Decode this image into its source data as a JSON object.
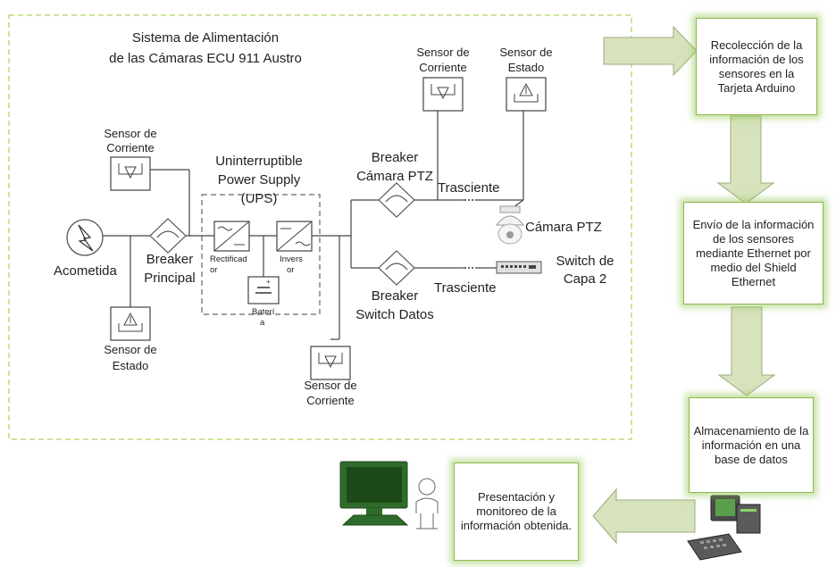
{
  "system": {
    "title_line1": "Sistema de Alimentación",
    "title_line2": "de las Cámaras ECU 911 Austro"
  },
  "labels": {
    "sensor_corriente_left_1": "Sensor de",
    "sensor_corriente_left_2": "Corriente",
    "ups_1": "Uninterruptible",
    "ups_2": "Power Supply",
    "ups_3": "(UPS)",
    "acometida": "Acometida",
    "breaker_principal_1": "Breaker",
    "breaker_principal_2": "Principal",
    "rectificador_1": "Rectificad",
    "rectificador_2": "or",
    "inversor_1": "Invers",
    "inversor_2": "or",
    "bateria_1": "Baterí",
    "bateria_2": "a",
    "sensor_estado_left_1": "Sensor de",
    "sensor_estado_left_2": "Estado",
    "sensor_corriente_bottom_1": "Sensor de",
    "sensor_corriente_bottom_2": "Corriente",
    "sensor_corriente_top_1": "Sensor de",
    "sensor_corriente_top_2": "Corriente",
    "sensor_estado_top_1": "Sensor de",
    "sensor_estado_top_2": "Estado",
    "breaker_ptz_1": "Breaker",
    "breaker_ptz_2": "Cámara PTZ",
    "trasciente_top": "Trasciente",
    "camara_ptz": "Cámara PTZ",
    "switch_capa_1": "Switch de",
    "switch_capa_2": "Capa 2",
    "breaker_switch_1": "Breaker",
    "breaker_switch_2": "Switch Datos",
    "trasciente_bottom": "Trasciente"
  },
  "flow": {
    "step1": "Recolección de la información de los sensores en la Tarjeta Arduino",
    "step2": "Envío de la información de los sensores mediante Ethernet por medio del Shield Ethernet",
    "step3": "Almacenamiento de la información en una base de datos",
    "step4": "Presentación y monitoreo de la información obtenida."
  },
  "colors": {
    "dashed_border": "#9acd32",
    "arrow_fill": "#d7e3bc",
    "box_glow": "#96c85a"
  },
  "icons": [
    "lightning-icon",
    "breaker-icon",
    "rectifier-icon",
    "inverter-icon",
    "battery-icon",
    "current-sensor-icon",
    "state-sensor-icon",
    "ptz-camera-icon",
    "network-switch-icon",
    "computer-icon",
    "user-workstation-icon"
  ]
}
